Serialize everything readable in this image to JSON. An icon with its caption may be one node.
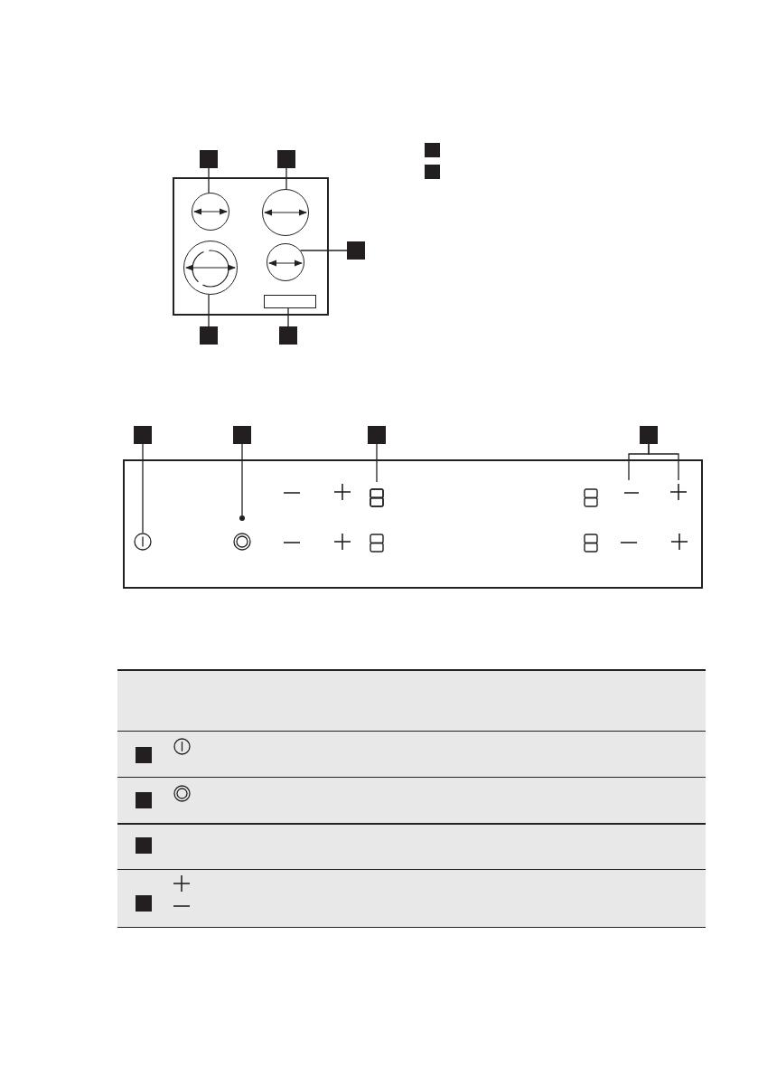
{
  "diagram": {
    "nodes": [
      {
        "text": [],
        "shape": "box"
      },
      {
        "text": [],
        "shape": "box"
      },
      {
        "text": [],
        "shape": "box"
      },
      {
        "text": [],
        "shape": "box"
      },
      {
        "text": [],
        "shape": "box"
      },
      {
        "text": [],
        "shape": "box"
      },
      {
        "text": [],
        "shape": "box"
      },
      {
        "text": [],
        "shape": "circle"
      },
      {
        "text": [],
        "shape": "circle"
      },
      {
        "text": [],
        "shape": "circle"
      },
      {
        "text": [],
        "shape": "circle"
      },
      {
        "text": [],
        "shape": "box"
      },
      {
        "text": [],
        "shape": "box"
      },
      {
        "text": [],
        "shape": "box"
      },
      {
        "text": [],
        "shape": "box"
      },
      {
        "text": [],
        "shape": "box"
      },
      {
        "text": [],
        "shape": "circle"
      },
      {
        "text": [],
        "shape": "circle"
      },
      {
        "text": [],
        "shape": "display"
      },
      {
        "text": [],
        "shape": "minus"
      },
      {
        "text": [],
        "shape": "plus"
      },
      {
        "text": [],
        "shape": "box"
      },
      {
        "text": [],
        "shape": "box"
      },
      {
        "text": [],
        "shape": "box"
      },
      {
        "text": [],
        "shape": "box"
      }
    ],
    "edges": [
      {
        "from": 0,
        "to": 7,
        "arrow": "none"
      },
      {
        "from": 1,
        "to": 8,
        "arrow": "none"
      },
      {
        "from": 2,
        "to": 9,
        "arrow": "none"
      },
      {
        "from": 3,
        "to": 10,
        "arrow": "none"
      },
      {
        "from": 4,
        "to": 11,
        "arrow": "none"
      },
      {
        "from": 12,
        "to": 16,
        "arrow": "none"
      },
      {
        "from": 13,
        "to": 17,
        "arrow": "none"
      },
      {
        "from": 14,
        "to": 18,
        "arrow": "none"
      },
      {
        "from": 15,
        "to": 19,
        "arrow": "none"
      },
      {
        "from": 15,
        "to": 20,
        "arrow": "none"
      }
    ]
  }
}
